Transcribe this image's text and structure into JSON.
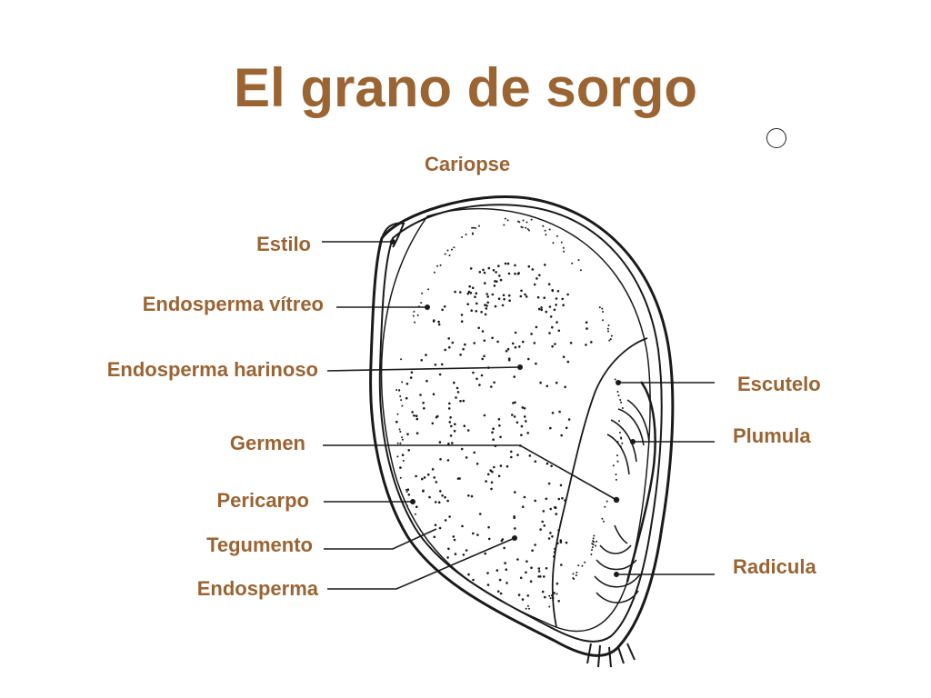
{
  "title": "El grano de sorgo",
  "colors": {
    "label": "#9a6433",
    "line": "#1a1a1a"
  },
  "labels": {
    "cariopse": "Cariopse",
    "estilo": "Estilo",
    "endosperma_vitreo": "Endosperma vítreo",
    "endosperma_harinoso": "Endosperma harinoso",
    "germen": "Germen",
    "pericarpo": "Pericarpo",
    "tegumento": "Tegumento",
    "endosperma": "Endosperma",
    "escutelo": "Escutelo",
    "plumula": "Plumula",
    "radicula": "Radicula"
  }
}
